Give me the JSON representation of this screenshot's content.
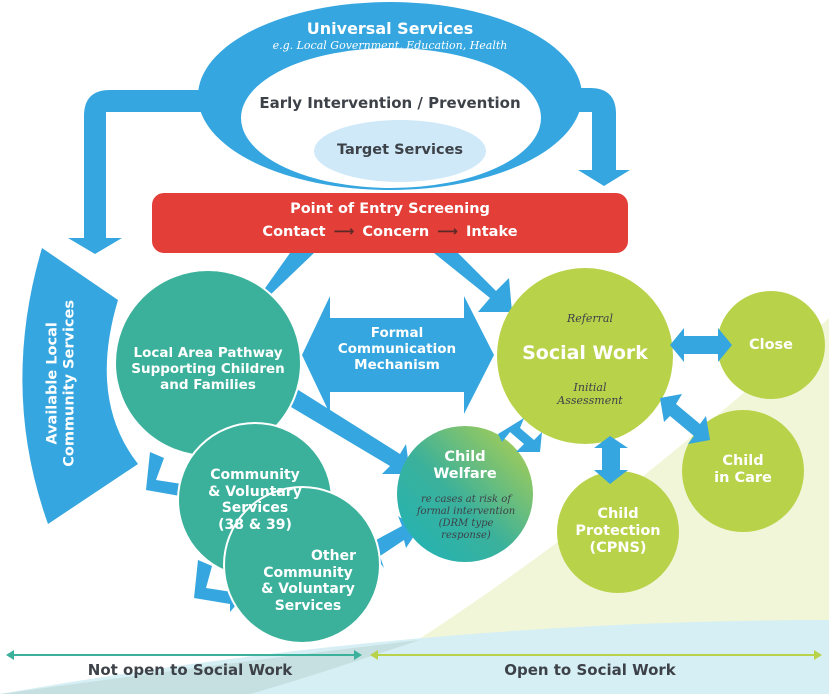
{
  "colors": {
    "blue": "#35a6df",
    "light_blue": "#cfe9f8",
    "red": "#e33e38",
    "teal": "#3bb19b",
    "green": "#b8d24a",
    "pale_green": "#f1f6d8",
    "pale_blue": "#d6eff4",
    "text_dark": "#3d4249"
  },
  "universal": {
    "title": "Universal Services",
    "subtitle": "e.g. Local Government, Education, Health",
    "early": "Early Intervention / Prevention",
    "target": "Target Services"
  },
  "entry": {
    "title": "Point of Entry Screening",
    "steps": [
      "Contact",
      "Concern",
      "Intake"
    ]
  },
  "community_band": {
    "line1": "Available Local",
    "line2": "Community Services"
  },
  "local_area": {
    "lines": [
      "Local Area Pathway",
      "Supporting Children",
      "and Families"
    ]
  },
  "formal": {
    "lines": [
      "Formal",
      "Communication",
      "Mechanism"
    ]
  },
  "social_work": {
    "title": "Social Work",
    "top_note": "Referral",
    "bottom_note": [
      "Initial",
      "Assessment"
    ]
  },
  "close": {
    "label": "Close"
  },
  "child_in_care": {
    "lines": [
      "Child",
      "in Care"
    ]
  },
  "child_protection": {
    "lines": [
      "Child",
      "Protection",
      "(CPNS)"
    ]
  },
  "child_welfare": {
    "lines": [
      "Child",
      "Welfare"
    ],
    "note": [
      "re cases at risk of",
      "formal intervention",
      "(DRM type",
      "response)"
    ]
  },
  "cvs": {
    "lines": [
      "Community",
      "& Voluntary",
      "Services",
      "(38 & 39)"
    ]
  },
  "other_cvs": {
    "lines": [
      "Other",
      "Community",
      "& Voluntary",
      "Services"
    ]
  },
  "footer": {
    "left": "Not open to Social Work",
    "right": "Open to Social Work"
  }
}
